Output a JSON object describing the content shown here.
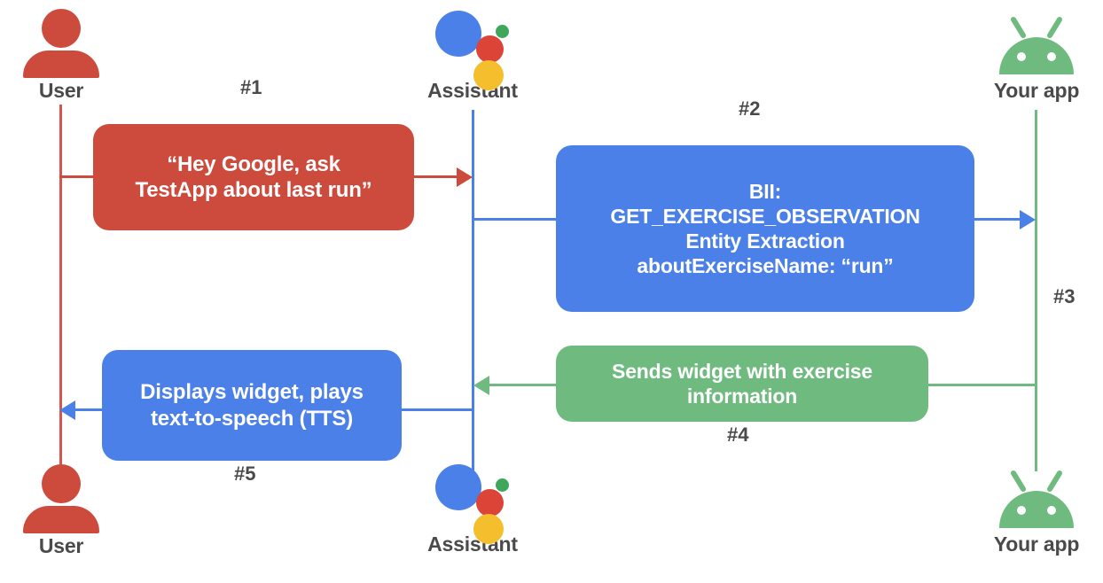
{
  "diagram": {
    "type": "sequence-diagram",
    "title": "Google Assistant App Actions interaction flow",
    "colors": {
      "red": "#CC4B3C",
      "blue": "#4A80E8",
      "green": "#6FBB7F",
      "assistant_blue": "#4A80E8",
      "assistant_red": "#DB4437",
      "assistant_green": "#3FA65B",
      "assistant_yellow": "#F4BE2C",
      "label_gray": "#4A4A4A",
      "background": "#FFFFFF"
    }
  },
  "actors": {
    "top": [
      {
        "id": "user",
        "label": "User",
        "icon": "person-icon"
      },
      {
        "id": "assistant",
        "label": "Assistant",
        "icon": "google-assistant-icon"
      },
      {
        "id": "app",
        "label": "Your app",
        "icon": "android-robot-icon"
      }
    ],
    "bottom": [
      {
        "id": "user",
        "label": "User",
        "icon": "person-icon"
      },
      {
        "id": "assistant",
        "label": "Assistant",
        "icon": "google-assistant-icon"
      },
      {
        "id": "app",
        "label": "Your app",
        "icon": "android-robot-icon"
      }
    ]
  },
  "steps": [
    {
      "id": "1",
      "label": "#1"
    },
    {
      "id": "2",
      "label": "#2"
    },
    {
      "id": "3",
      "label": "#3"
    },
    {
      "id": "4",
      "label": "#4"
    },
    {
      "id": "5",
      "label": "#5"
    }
  ],
  "messages": {
    "utterance": {
      "step": "#1",
      "color": "red",
      "from": "user",
      "to": "assistant",
      "line1": "“Hey Google, ask",
      "line2": "TestApp about last run”"
    },
    "bii": {
      "step": "#2",
      "color": "blue",
      "from": "assistant",
      "to": "app",
      "line1": "BII:",
      "line2": "GET_EXERCISE_OBSERVATION",
      "line3": "Entity Extraction",
      "line4": "aboutExerciseName: “run”"
    },
    "widget": {
      "step": "#4",
      "color": "green",
      "from": "app",
      "to": "assistant",
      "line1": "Sends widget with exercise",
      "line2": "information"
    },
    "display": {
      "step": "#5",
      "color": "blue",
      "from": "assistant",
      "to": "user",
      "line1": "Displays widget, plays",
      "line2": "text-to-speech (TTS)"
    }
  }
}
